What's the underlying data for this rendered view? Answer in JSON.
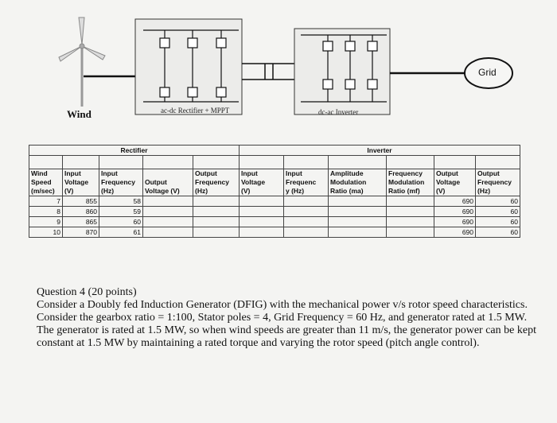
{
  "diagram": {
    "wind_label": "Wind",
    "rectifier_label": "ac-dc Rectifier + MPPT",
    "inverter_label": "dc-ac Inverter",
    "grid_label": "Grid"
  },
  "table": {
    "sections": [
      "Rectifier",
      "Inverter"
    ],
    "headers": [
      [
        "Wind",
        "Speed",
        "(m/sec)"
      ],
      [
        "Input",
        "Voltage",
        "(V)"
      ],
      [
        "Input",
        "Frequency",
        "(Hz)"
      ],
      [
        "",
        "Output",
        "Voltage (V)"
      ],
      [
        "Output",
        "Frequency",
        "(Hz)"
      ],
      [
        "Input",
        "Voltage",
        "(V)"
      ],
      [
        "Input",
        "Frequenc",
        "y (Hz)"
      ],
      [
        "Amplitude",
        "Modulation",
        "Ratio (ma)"
      ],
      [
        "Frequency",
        "Modulation",
        "Ratio (mf)"
      ],
      [
        "Output",
        "Voltage",
        "(V)"
      ],
      [
        "Output",
        "Frequency",
        "(Hz)"
      ]
    ],
    "rows": [
      [
        "7",
        "855",
        "58",
        "",
        "",
        "",
        "",
        "",
        "",
        "690",
        "60"
      ],
      [
        "8",
        "860",
        "59",
        "",
        "",
        "",
        "",
        "",
        "",
        "690",
        "60"
      ],
      [
        "9",
        "865",
        "60",
        "",
        "",
        "",
        "",
        "",
        "",
        "690",
        "60"
      ],
      [
        "10",
        "870",
        "61",
        "",
        "",
        "",
        "",
        "",
        "",
        "690",
        "60"
      ]
    ]
  },
  "question": {
    "title": "Question 4 (20 points)",
    "body": "Consider a Doubly fed Induction Generator (DFIG) with the mechanical power v/s rotor speed characteristics. Consider the gearbox ratio = 1:100, Stator poles = 4, Grid Frequency = 60 Hz, and generator rated at 1.5 MW. The generator is rated at 1.5 MW, so when wind speeds are greater than 11 m/s, the generator power can be kept constant at 1.5 MW by maintaining a rated torque and varying the rotor speed (pitch angle control)."
  }
}
